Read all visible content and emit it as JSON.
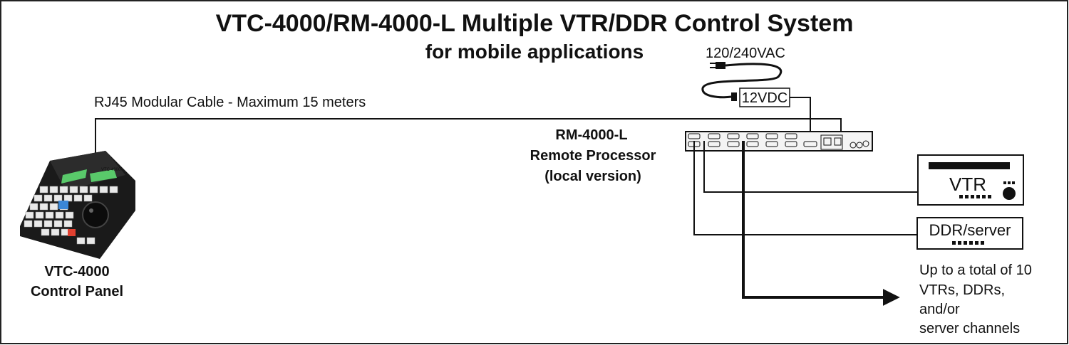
{
  "diagram": {
    "title": "VTC-4000/RM-4000-L Multiple VTR/DDR Control System",
    "subtitle": "for mobile applications",
    "power": {
      "ac_label": "120/240VAC",
      "dc_label": "12VDC"
    },
    "cable_label": "RJ45 Modular Cable - Maximum 15 meters",
    "control_panel": {
      "name": "VTC-4000",
      "desc": "Control Panel",
      "logo_text": "VTC-4000"
    },
    "processor": {
      "name": "RM-4000-L",
      "line2": "Remote Processor",
      "line3": "(local version)"
    },
    "devices": {
      "vtr_label": "VTR",
      "ddr_label": "DDR/server"
    },
    "note_lines": [
      "Up to a total of 10",
      "VTRs, DDRs,",
      "and/or",
      "server channels"
    ]
  }
}
